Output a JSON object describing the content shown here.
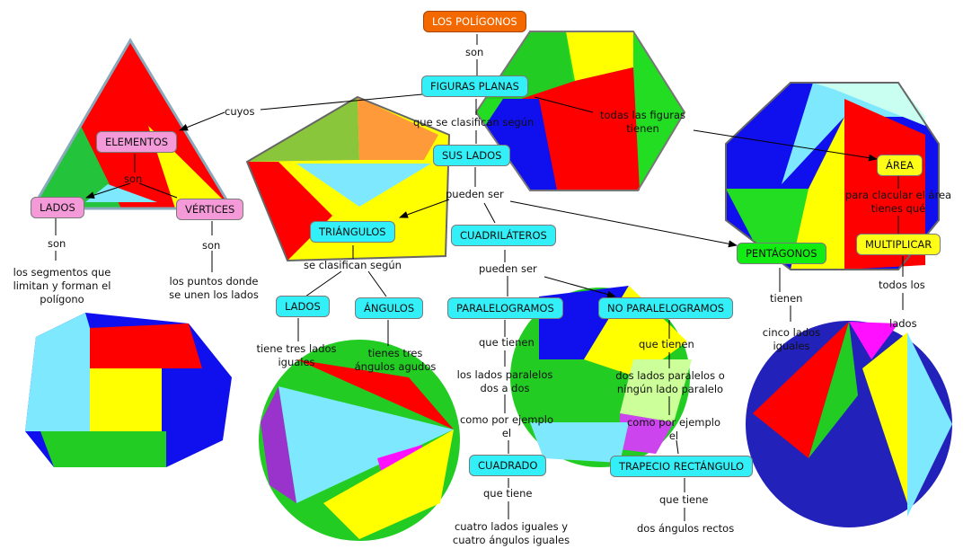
{
  "nodes": {
    "poligonos": "LOS POLÍGONOS",
    "figuras": "FIGURAS PLANAS",
    "elementos": "ELEMENTOS",
    "lados1": "LADOS",
    "vertices": "VÉRTICES",
    "sus_lados": "SUS LADOS",
    "triangulos": "TRIÁNGULOS",
    "cuadrilateros": "CUADRILÁTEROS",
    "pentagonos": "PENTÁGONOS",
    "area": "ÁREA",
    "multiplicar": "MULTIPLICAR",
    "lados2": "LADOS",
    "angulos": "ÁNGULOS",
    "paralelogramos": "PARALELOGRAMOS",
    "no_paralelogramos": "NO PARALELOGRAMOS",
    "cuadrado": "CUADRADO",
    "trapecio": "TRAPECIO RECTÁNGULO"
  },
  "labels": {
    "son1": "son",
    "cuyos": "cuyos",
    "clasifican1": "que se clasifican según",
    "todas": "todas las figuras\ntienen",
    "son2": "son",
    "son3": "son",
    "son4": "son",
    "lados_def": "los segmentos que\nlimitan y forman el\npolígono",
    "vertices_def": "los puntos donde\nse unen los lados",
    "pueden1": "pueden ser",
    "clasifican2": "se clasifican según",
    "pueden2": "pueden ser",
    "tienen": "tienen",
    "cinco": "cinco lados\niguales",
    "para": "para clacular el área\ntienes qué",
    "todos": "todos los",
    "lados_txt": "lados",
    "tres_lados": "tiene tres lados\niguales",
    "tres_angulos": "tienes tres\nángulos agudos",
    "que_tienen1": "que tienen",
    "paralelos": "los lados paralelos\ndos a dos",
    "ejemplo1": "como por ejemplo\nel",
    "que_tienen2": "que tienen",
    "dos_lados": "dos lados paralelos o\nningún lado paralelo",
    "ejemplo2": "como por ejemplo\nel",
    "que_tiene1": "que tiene",
    "cuatro": "cuatro lados iguales y\ncuatro ángulos iguales",
    "que_tiene2": "que tiene",
    "rectos": "dos ángulos rectos"
  }
}
